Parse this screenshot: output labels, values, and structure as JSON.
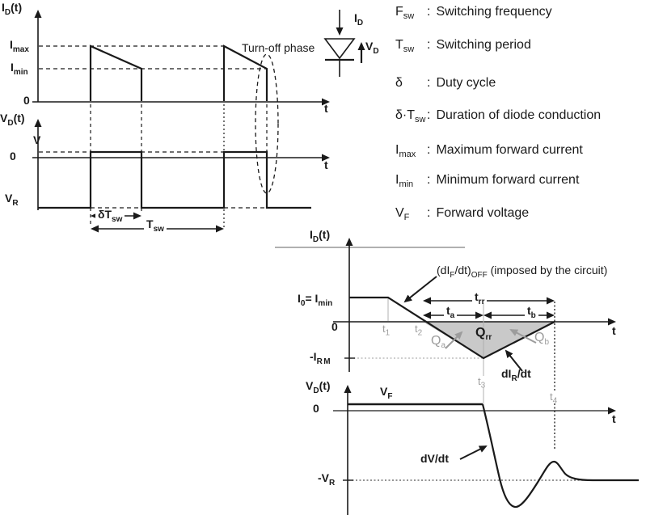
{
  "colors": {
    "ink": "#1a1a1a",
    "gray_label": "#9c9c9c",
    "gray_line": "#b0b0b0",
    "separator": "#808080",
    "triangle_fill": "#c9c9c9",
    "background": "#ffffff"
  },
  "labels": {
    "c1": {
      "axis": {
        "b": "I",
        "s": "D",
        "p": "(t)"
      },
      "imax": {
        "b": "I",
        "s": "max"
      },
      "imin": {
        "b": "I",
        "s": "min"
      },
      "zero": "0",
      "t": "t",
      "turnoff": "Turn-off phase"
    },
    "c2": {
      "axis": {
        "b": "V",
        "s": "D",
        "p": "(t)"
      },
      "v": "V",
      "zero": "0",
      "vr": {
        "b": "V",
        "s": "R"
      },
      "dtsw": {
        "b": "δT",
        "s": "sw"
      },
      "tsw": {
        "b": "T",
        "s": "sw"
      },
      "t": "t"
    },
    "diode": {
      "id": {
        "b": "I",
        "s": "D"
      },
      "vd": {
        "b": "V",
        "s": "D"
      }
    },
    "legend": {
      "rows": [
        {
          "t": "F",
          "s": "sw",
          "c": ":",
          "d": "Switching frequency"
        },
        {
          "t": "T",
          "s": "sw",
          "c": ":",
          "d": "Switching period"
        },
        {
          "t": "δ",
          "s": "",
          "c": ":",
          "d": "Duty cycle"
        },
        {
          "t": "δ·T",
          "s": "sw",
          "c": ":",
          "d": "Duration of diode conduction"
        },
        {
          "t": "I",
          "s": "max",
          "c": ":",
          "d": "Maximum forward current"
        },
        {
          "t": "I",
          "s": "min",
          "c": ":",
          "d": "Minimum forward current"
        },
        {
          "t": "V",
          "s": "F",
          "c": ":",
          "d": "Forward voltage"
        }
      ]
    },
    "c3": {
      "axis": {
        "b": "I",
        "s": "D",
        "p": "(t)"
      },
      "difdt": {
        "p1": "(dI",
        "s1": "F",
        "p2": "/dt)",
        "s2": "OFF",
        "p3": " (imposed by the circuit)"
      },
      "i0": {
        "p1": "I",
        "s1": "0",
        "p2": "= I",
        "s2": "min"
      },
      "zero": "0",
      "t1": {
        "b": "t",
        "s": "1"
      },
      "t2": {
        "b": "t",
        "s": "2"
      },
      "trr": {
        "b": "t",
        "s": "rr"
      },
      "ta": {
        "b": "t",
        "s": "a"
      },
      "tb": {
        "b": "t",
        "s": "b"
      },
      "qa": {
        "b": "Q",
        "s": "a"
      },
      "qrr": {
        "b": "Q",
        "s": "rr"
      },
      "qb": {
        "b": "Q",
        "s": "b"
      },
      "irm": {
        "b": "-I",
        "s": "RM"
      },
      "dirdt": {
        "p1": "dI",
        "s1": "R",
        "p2": "/dt"
      },
      "t": "t"
    },
    "c4": {
      "axis": {
        "b": "V",
        "s": "D",
        "p": "(t)"
      },
      "vf": {
        "b": "V",
        "s": "F"
      },
      "zero": "0",
      "t3": {
        "b": "t",
        "s": "3"
      },
      "t4": {
        "b": "t",
        "s": "4"
      },
      "dvdt": "dV/dt",
      "vr": {
        "b": "-V",
        "s": "R"
      },
      "t": "t"
    }
  }
}
